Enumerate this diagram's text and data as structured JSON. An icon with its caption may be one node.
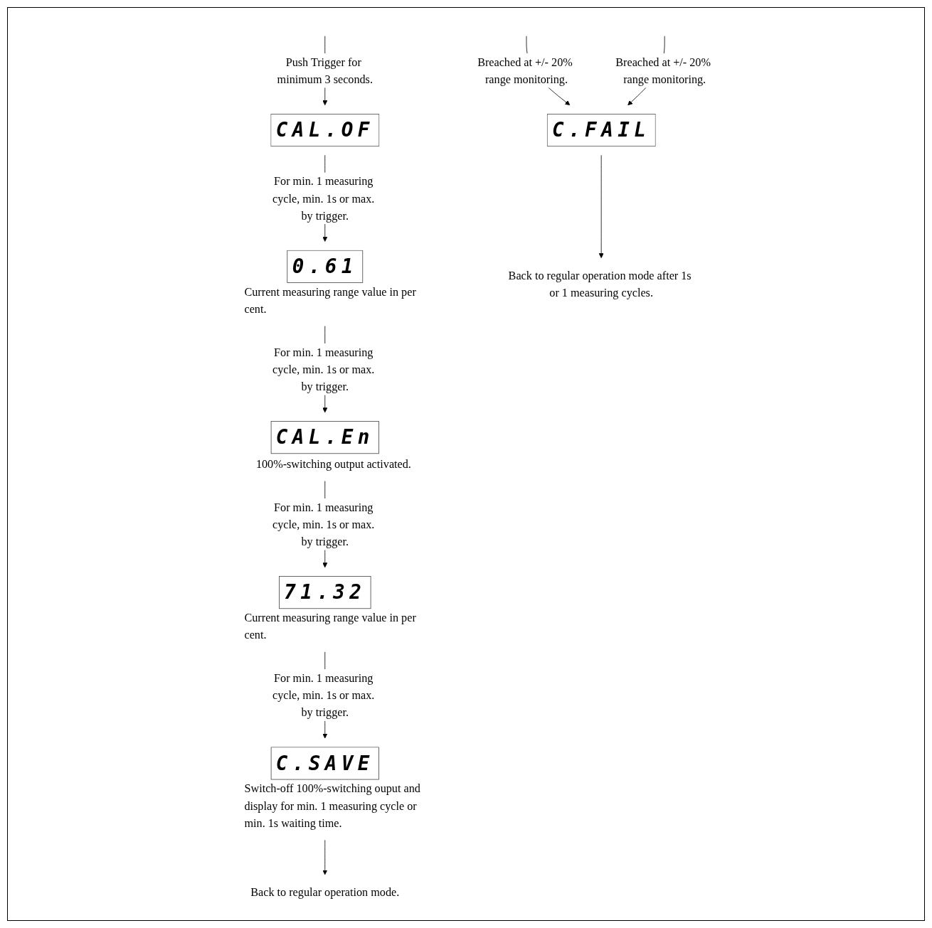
{
  "diagram": {
    "nodes": [
      {
        "text": [
          "CAL.OF"
        ]
      },
      {
        "text": [
          "0.61"
        ],
        "beside": [
          "Current measuring range value in per cent."
        ]
      },
      {
        "text": [
          "CAL.En"
        ],
        "beside": [
          "100%-switching output activated."
        ]
      },
      {
        "text": [
          "71.32"
        ],
        "beside": [
          "Current measuring range value in per cent."
        ]
      },
      {
        "text": [
          "C.SAVE"
        ],
        "beside": [
          "Switch-off 100%-switching ouput and display for min. 1 measuring cycle or min. 1s waiting time."
        ]
      },
      {
        "text": [
          "Back to regular operation mode."
        ]
      },
      {
        "text": [
          "C.FAIL"
        ]
      },
      {
        "text": [
          "Back to regular operation mode after 1s or 1 measuring cycles."
        ]
      }
    ],
    "edges": [
      {
        "from": null,
        "to": 0,
        "arrow": "to",
        "label": "Push Trigger for minimum 3 seconds."
      },
      {
        "from": 0,
        "to": 1,
        "arrow": "to",
        "label": "For min. 1 measuring cycle, min. 1s or max. by trigger."
      },
      {
        "from": 1,
        "to": 2,
        "arrow": "to",
        "label": "For min. 1 measuring cycle, min. 1s or max. by trigger."
      },
      {
        "from": 2,
        "to": 3,
        "arrow": "to",
        "label": "For min. 1 measuring cycle, min. 1s or max. by trigger."
      },
      {
        "from": 3,
        "to": 4,
        "arrow": "to",
        "label": "For min. 1 measuring cycle, min. 1s or max. by trigger."
      },
      {
        "from": 4,
        "to": 5,
        "arrow": "to"
      },
      {
        "from": null,
        "to": 6,
        "arrow": "to",
        "label": "Breached at +/- 20% range monitoring."
      },
      {
        "from": null,
        "to": 6,
        "arrow": "to",
        "label": "Breached at +/- 20% range monitoring."
      },
      {
        "from": 6,
        "to": 7,
        "arrow": "to"
      }
    ]
  }
}
